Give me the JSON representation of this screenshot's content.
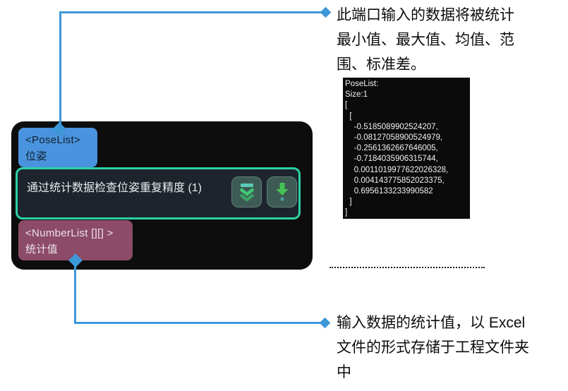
{
  "node": {
    "input_port": {
      "type": "<PoseList>",
      "label": "位姿"
    },
    "step": {
      "title": "通过统计数据检查位姿重复精度 (1)"
    },
    "output_port": {
      "type": "<NumberList [][] >",
      "label": "统计值"
    },
    "icons": {
      "collapse_button": "double-chevron-down-icon",
      "download_button": "download-arrow-icon"
    }
  },
  "annotations": {
    "top": {
      "lines": [
        "此端口输入的数据将被统计",
        "最小值、最大值、均值、范",
        "围、标准差。"
      ]
    },
    "bottom": {
      "lines": [
        "输入数据的统计值，以 Excel",
        "文件的形式存储于工程文件夹",
        "中"
      ]
    }
  },
  "code_block": {
    "lines": [
      "PoseList:",
      "Size:1",
      "[",
      "  [",
      "    -0.5185089902524207,",
      "    -0.08127058900524979,",
      "    -0.2561362667646005,",
      "    -0.7184035906315744,",
      "    0.0011019977622026328,",
      "    0.004143775852023375,",
      "    0.6956133233990582",
      "  ]",
      "]"
    ]
  },
  "colors": {
    "connector_blue": "#3d98d8",
    "input_port_blue": "#4a93de",
    "output_port_purple": "#8c4b68",
    "node_background": "#0d0d0d",
    "step_border_teal": "#2ad1a6",
    "arrow_green": "#44c553",
    "icon_teal": "#5accb6"
  }
}
